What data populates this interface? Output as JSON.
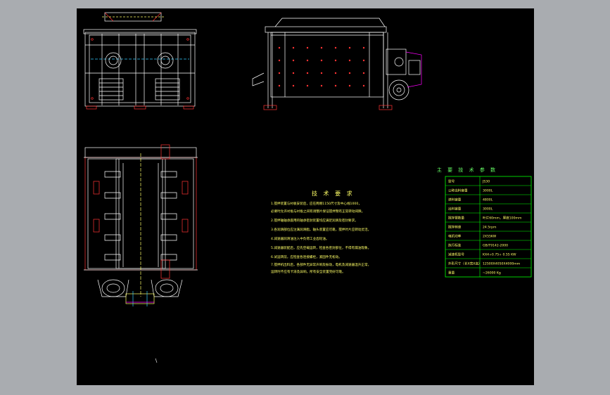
{
  "colors": {
    "frame": "#a9acb0",
    "sheet": "#000000",
    "outline": "#ffffff",
    "parts": "#ff3333",
    "text": "#ffff66",
    "table_border": "#00ff00",
    "accent": "#ff00ff"
  },
  "tech_requirements": {
    "title": "技 术 要 求",
    "lines": [
      "1.搅拌装置与衬板安装后，应在两侧1150尺寸及中心线1000，",
      "  必要时允许衬板与衬板之间有调整片保证搅拌臂有正常转动间隙。",
      "2.搅拌轴轴承座用的轴承密封装置均应满足润滑及密封要求。",
      "3.各润滑部位应注满润滑脂，轴头装置应可靠，搅拌叶片应转动灵活。",
      "4.减速器润滑油注入中负荷工业齿轮油。",
      "5.减速器装配后，应先空载运转，检查各密封部位，不得有漏油现象。",
      "6.试运转前，应检查各连接螺栓，紧固件无松动。",
      "7.搅拌机出料后，各部件无异常声响及振动，电机及减速器温升正常，",
      "  运转时不应有卡滞及异响，所有安全装置完好可靠。"
    ]
  },
  "parameters": {
    "title": "主 要 技 术 参 数",
    "rows": [
      [
        "型号",
        "JS30"
      ],
      [
        "公称出料容量",
        "3000L"
      ],
      [
        "进料容量",
        "4800L"
      ],
      [
        "出料容量",
        "3000L"
      ],
      [
        "搅拌臂数量",
        "叶片60mm，厚度100mm"
      ],
      [
        "搅拌转速",
        "24.5rpm"
      ],
      [
        "电机功率",
        "2X55KW"
      ],
      [
        "执行标准",
        "GB/T9142-2000"
      ],
      [
        "减速机型号",
        "KX4+0.75+ 0.55  KW"
      ],
      [
        "外形尺寸（长X宽X高）",
        "12500X4050X4000mm"
      ],
      [
        "重量",
        "~26000 Kg"
      ]
    ]
  }
}
